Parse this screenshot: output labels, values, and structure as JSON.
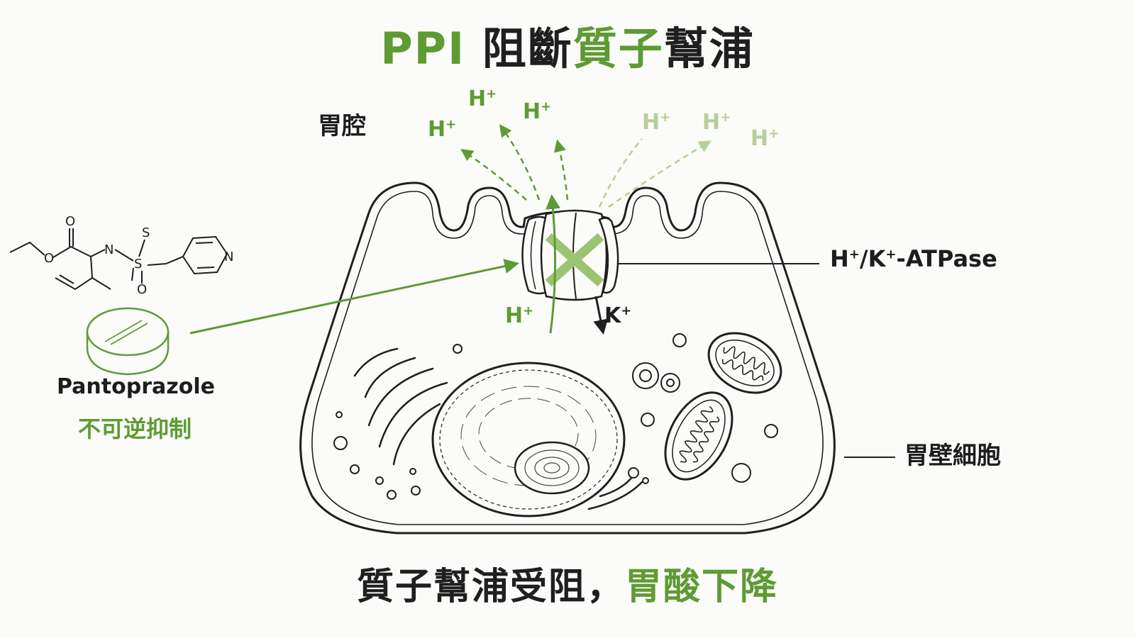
{
  "title": {
    "prefix": "PPI",
    "dark1": "阻斷",
    "green": "質子",
    "dark2": "幫浦"
  },
  "bottom_caption": {
    "dark": "質子幫浦受阻，",
    "green": "胃酸下降"
  },
  "labels": {
    "lumen": "胃腔",
    "atpase": {
      "h": "H",
      "slash_k": "/K",
      "rest": "-ATPase",
      "plus": "+"
    },
    "parietal_cell": "胃壁細胞",
    "drug_name": "Pantoprazole",
    "inhibition": "不可逆抑制"
  },
  "ions": {
    "h_symbol": "H",
    "k_symbol": "K",
    "charge": "+"
  },
  "molecule_atoms": {
    "o_top": "O",
    "o_ring": "O",
    "n_amide": "N",
    "s_top": "S",
    "s_center": "S",
    "o_bottom": "O",
    "n_pyridine": "N"
  },
  "colors": {
    "accent": "#5e9b33",
    "accent_light": "#b4cf98",
    "ink": "#1f1f1f",
    "background": "#fbfbf9"
  }
}
